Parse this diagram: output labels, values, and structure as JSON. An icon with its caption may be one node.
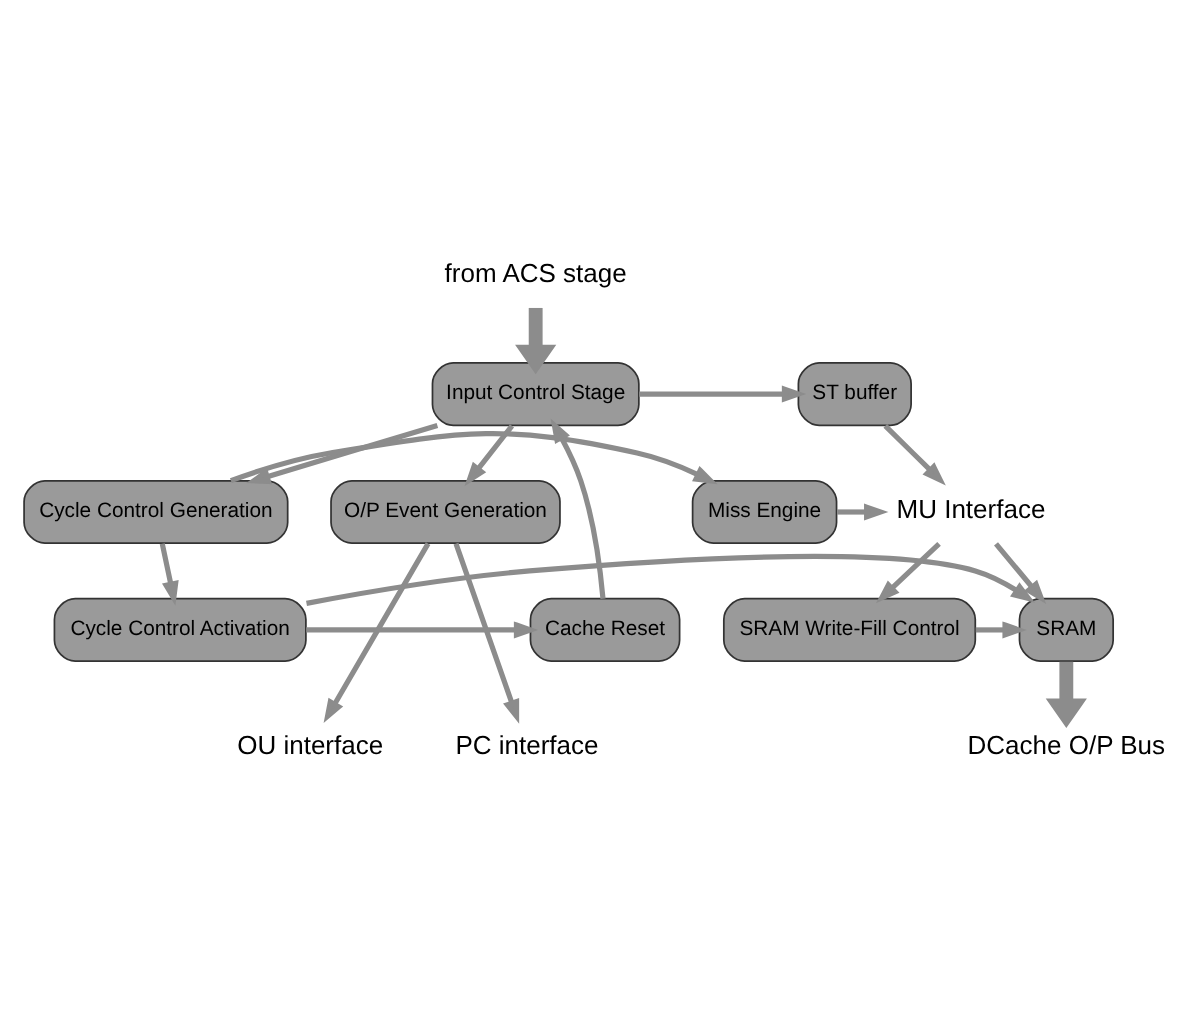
{
  "diagram": {
    "nodes": [
      {
        "text": [
          "Input Control Stage"
        ]
      },
      {
        "text": [
          "ST buffer"
        ]
      },
      {
        "text": [
          "Cycle Control Generation"
        ]
      },
      {
        "text": [
          "Miss Engine"
        ]
      },
      {
        "text": [
          "O/P Event Generation"
        ]
      },
      {
        "text": [
          "Cache Reset"
        ]
      },
      {
        "text": [
          "Cycle Control Activation"
        ]
      },
      {
        "text": [
          "SRAM"
        ]
      },
      {
        "text": [
          "SRAM Write-Fill Control"
        ]
      },
      {
        "text": [
          "from ACS stage"
        ]
      },
      {
        "text": [
          "MU Interface"
        ]
      },
      {
        "text": [
          "DCache O/P Bus"
        ]
      },
      {
        "text": [
          "PC interface"
        ]
      },
      {
        "text": [
          "OU interface"
        ]
      }
    ],
    "edges": [
      {
        "from": 9,
        "to": 0,
        "arrow": "to",
        "style": "thick"
      },
      {
        "from": 0,
        "to": 1,
        "arrow": "to"
      },
      {
        "from": 0,
        "to": 4,
        "arrow": "to"
      },
      {
        "from": 0,
        "to": 2,
        "arrow": "to"
      },
      {
        "from": 5,
        "to": 0,
        "arrow": "to"
      },
      {
        "from": 2,
        "to": 3,
        "arrow": "to"
      },
      {
        "from": 2,
        "to": 6,
        "arrow": "to"
      },
      {
        "from": 1,
        "to": 10,
        "arrow": "to"
      },
      {
        "from": 3,
        "to": 10,
        "arrow": "to"
      },
      {
        "from": 10,
        "to": 8,
        "arrow": "to"
      },
      {
        "from": 10,
        "to": 7,
        "arrow": "to"
      },
      {
        "from": 8,
        "to": 7,
        "arrow": "to"
      },
      {
        "from": 6,
        "to": 5,
        "arrow": "to"
      },
      {
        "from": 6,
        "to": 7,
        "arrow": "to"
      },
      {
        "from": 4,
        "to": 12,
        "arrow": "to"
      },
      {
        "from": 4,
        "to": 13,
        "arrow": "to"
      },
      {
        "from": 7,
        "to": 11,
        "arrow": "to",
        "style": "thick"
      }
    ]
  }
}
